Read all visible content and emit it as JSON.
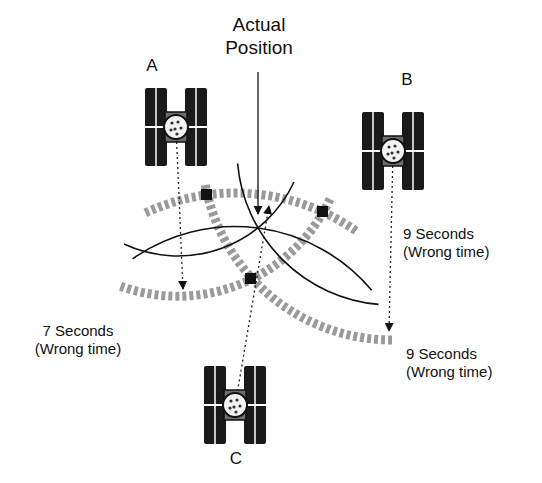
{
  "diagram": {
    "labels": [
      "A",
      "Actual Position",
      "B",
      "9 Seconds (Wrong time)",
      "7 Seconds (Wrong time)",
      "9 Seconds (Wrong time)",
      "C"
    ]
  }
}
